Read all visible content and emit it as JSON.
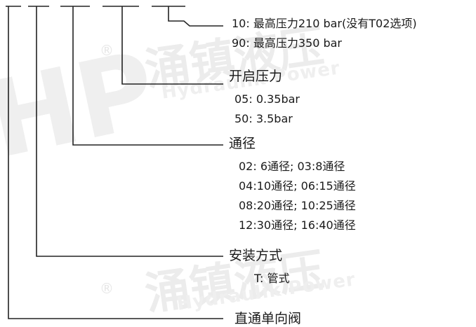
{
  "watermark": {
    "brand_cn": "涌镇液压",
    "brand_en": "Hydraulik Power",
    "registered": "®",
    "logo": "HP"
  },
  "groups": [
    {
      "options": [
        "10: 最高压力210 bar(没有T02选项)",
        "90: 最高压力350 bar"
      ]
    },
    {
      "heading": "开启压力",
      "options": [
        "05: 0.35bar",
        "50: 3.5bar"
      ]
    },
    {
      "heading": "通径",
      "options": [
        "02: 6通径;   03:8通径",
        "04:10通径;   06:15通径",
        "08:20通径;   10:25通径",
        "12:30通径;   16:40通径"
      ]
    },
    {
      "heading": "安装方式",
      "options": [
        "T: 管式"
      ]
    },
    {
      "heading": "直通单向阀",
      "options": []
    }
  ]
}
